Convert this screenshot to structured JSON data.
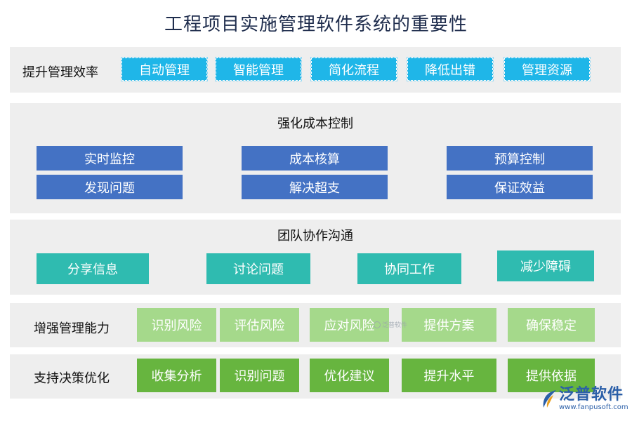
{
  "title": "工程项目实施管理软件系统的重要性",
  "row1": {
    "label": "提升管理效率",
    "items": [
      "自动管理",
      "智能管理",
      "简化流程",
      "降低出错",
      "管理资源"
    ]
  },
  "row2": {
    "label": "强化成本控制",
    "items": [
      "实时监控",
      "成本核算",
      "预算控制",
      "发现问题",
      "解决超支",
      "保证效益"
    ]
  },
  "row3": {
    "label": "团队协作沟通",
    "items": [
      "分享信息",
      "讨论问题",
      "协同工作",
      "减少障碍"
    ]
  },
  "row4": {
    "label": "增强管理能力",
    "items": [
      "识别风险",
      "评估风险",
      "应对风险",
      "提供方案",
      "确保稳定"
    ]
  },
  "row5": {
    "label": "支持决策优化",
    "items": [
      "收集分析",
      "识别问题",
      "优化建议",
      "提升水平",
      "提供依据"
    ]
  },
  "watermark_mid": "泛普软件",
  "logo": {
    "name": "泛普软件",
    "url": "www.fanpusoft.com"
  },
  "colors": {
    "cyan": "#1fb6e8",
    "blue": "#4472c4",
    "teal": "#2fbbb0",
    "light_green": "#a5d98b",
    "green": "#67b53f",
    "band": "#eeeeee"
  }
}
